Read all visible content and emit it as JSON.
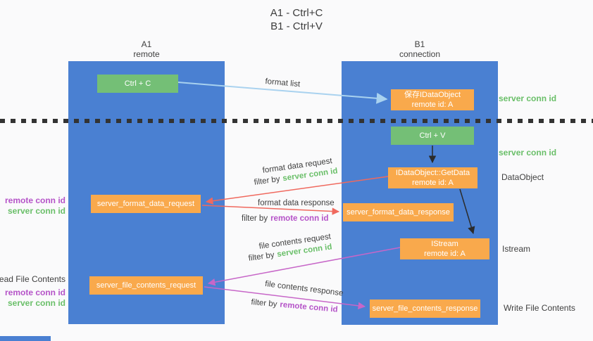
{
  "title": {
    "line1": "A1 - Ctrl+C",
    "line2": "B1 - Ctrl+V"
  },
  "columns": {
    "a1": {
      "name": "A1",
      "subtitle": "remote"
    },
    "b1": {
      "name": "B1",
      "subtitle": "connection"
    }
  },
  "nodes": {
    "ctrl_c": {
      "label": "Ctrl + C"
    },
    "ctrl_v": {
      "label": "Ctrl + V"
    },
    "save_dataobject": {
      "line1": "保存IDataObject",
      "line2": "remote id: A"
    },
    "getdata": {
      "line1": "IDataObject::GetData",
      "line2": "remote id: A"
    },
    "istream": {
      "line1": "IStream",
      "line2": "remote id: A"
    },
    "format_request": {
      "label": "server_format_data_request"
    },
    "format_response": {
      "label": "server_format_data_response"
    },
    "file_request": {
      "label": "server_file_contents_request"
    },
    "file_response": {
      "label": "server_file_contents_response"
    }
  },
  "edges": {
    "format_list": "format list",
    "format_data_request": "format data request",
    "format_data_response": "format data response",
    "file_contents_request": "file contents request",
    "file_contents_response": "file contents response",
    "filter_by": "filter by",
    "server_conn_id": "server conn id",
    "remote_conn_id": "remote conn id"
  },
  "annotations": {
    "right_server_conn_id_1": "server conn id",
    "right_server_conn_id_2": "server conn id",
    "right_dataobject": "DataObject",
    "right_istream": "Istream",
    "right_write_file": "Write File Contents",
    "left_remote_conn_id_1": "remote conn id",
    "left_server_conn_id_1": "server conn id",
    "left_read_file": "Read File Contents",
    "left_remote_conn_id_2": "remote conn id",
    "left_server_conn_id_2": "server conn id"
  },
  "colors": {
    "column_blue": "#4a80d2",
    "box_orange": "#f9a94c",
    "button_green": "#74bf76",
    "arrow_red": "#f0695e",
    "arrow_magenta": "#c766c8",
    "arrow_light_blue": "#a9d2ef",
    "arrow_black": "#2b2b2b",
    "text_green": "#6abf69",
    "text_purple": "#b553c8",
    "dotted_divider": "#333333"
  }
}
